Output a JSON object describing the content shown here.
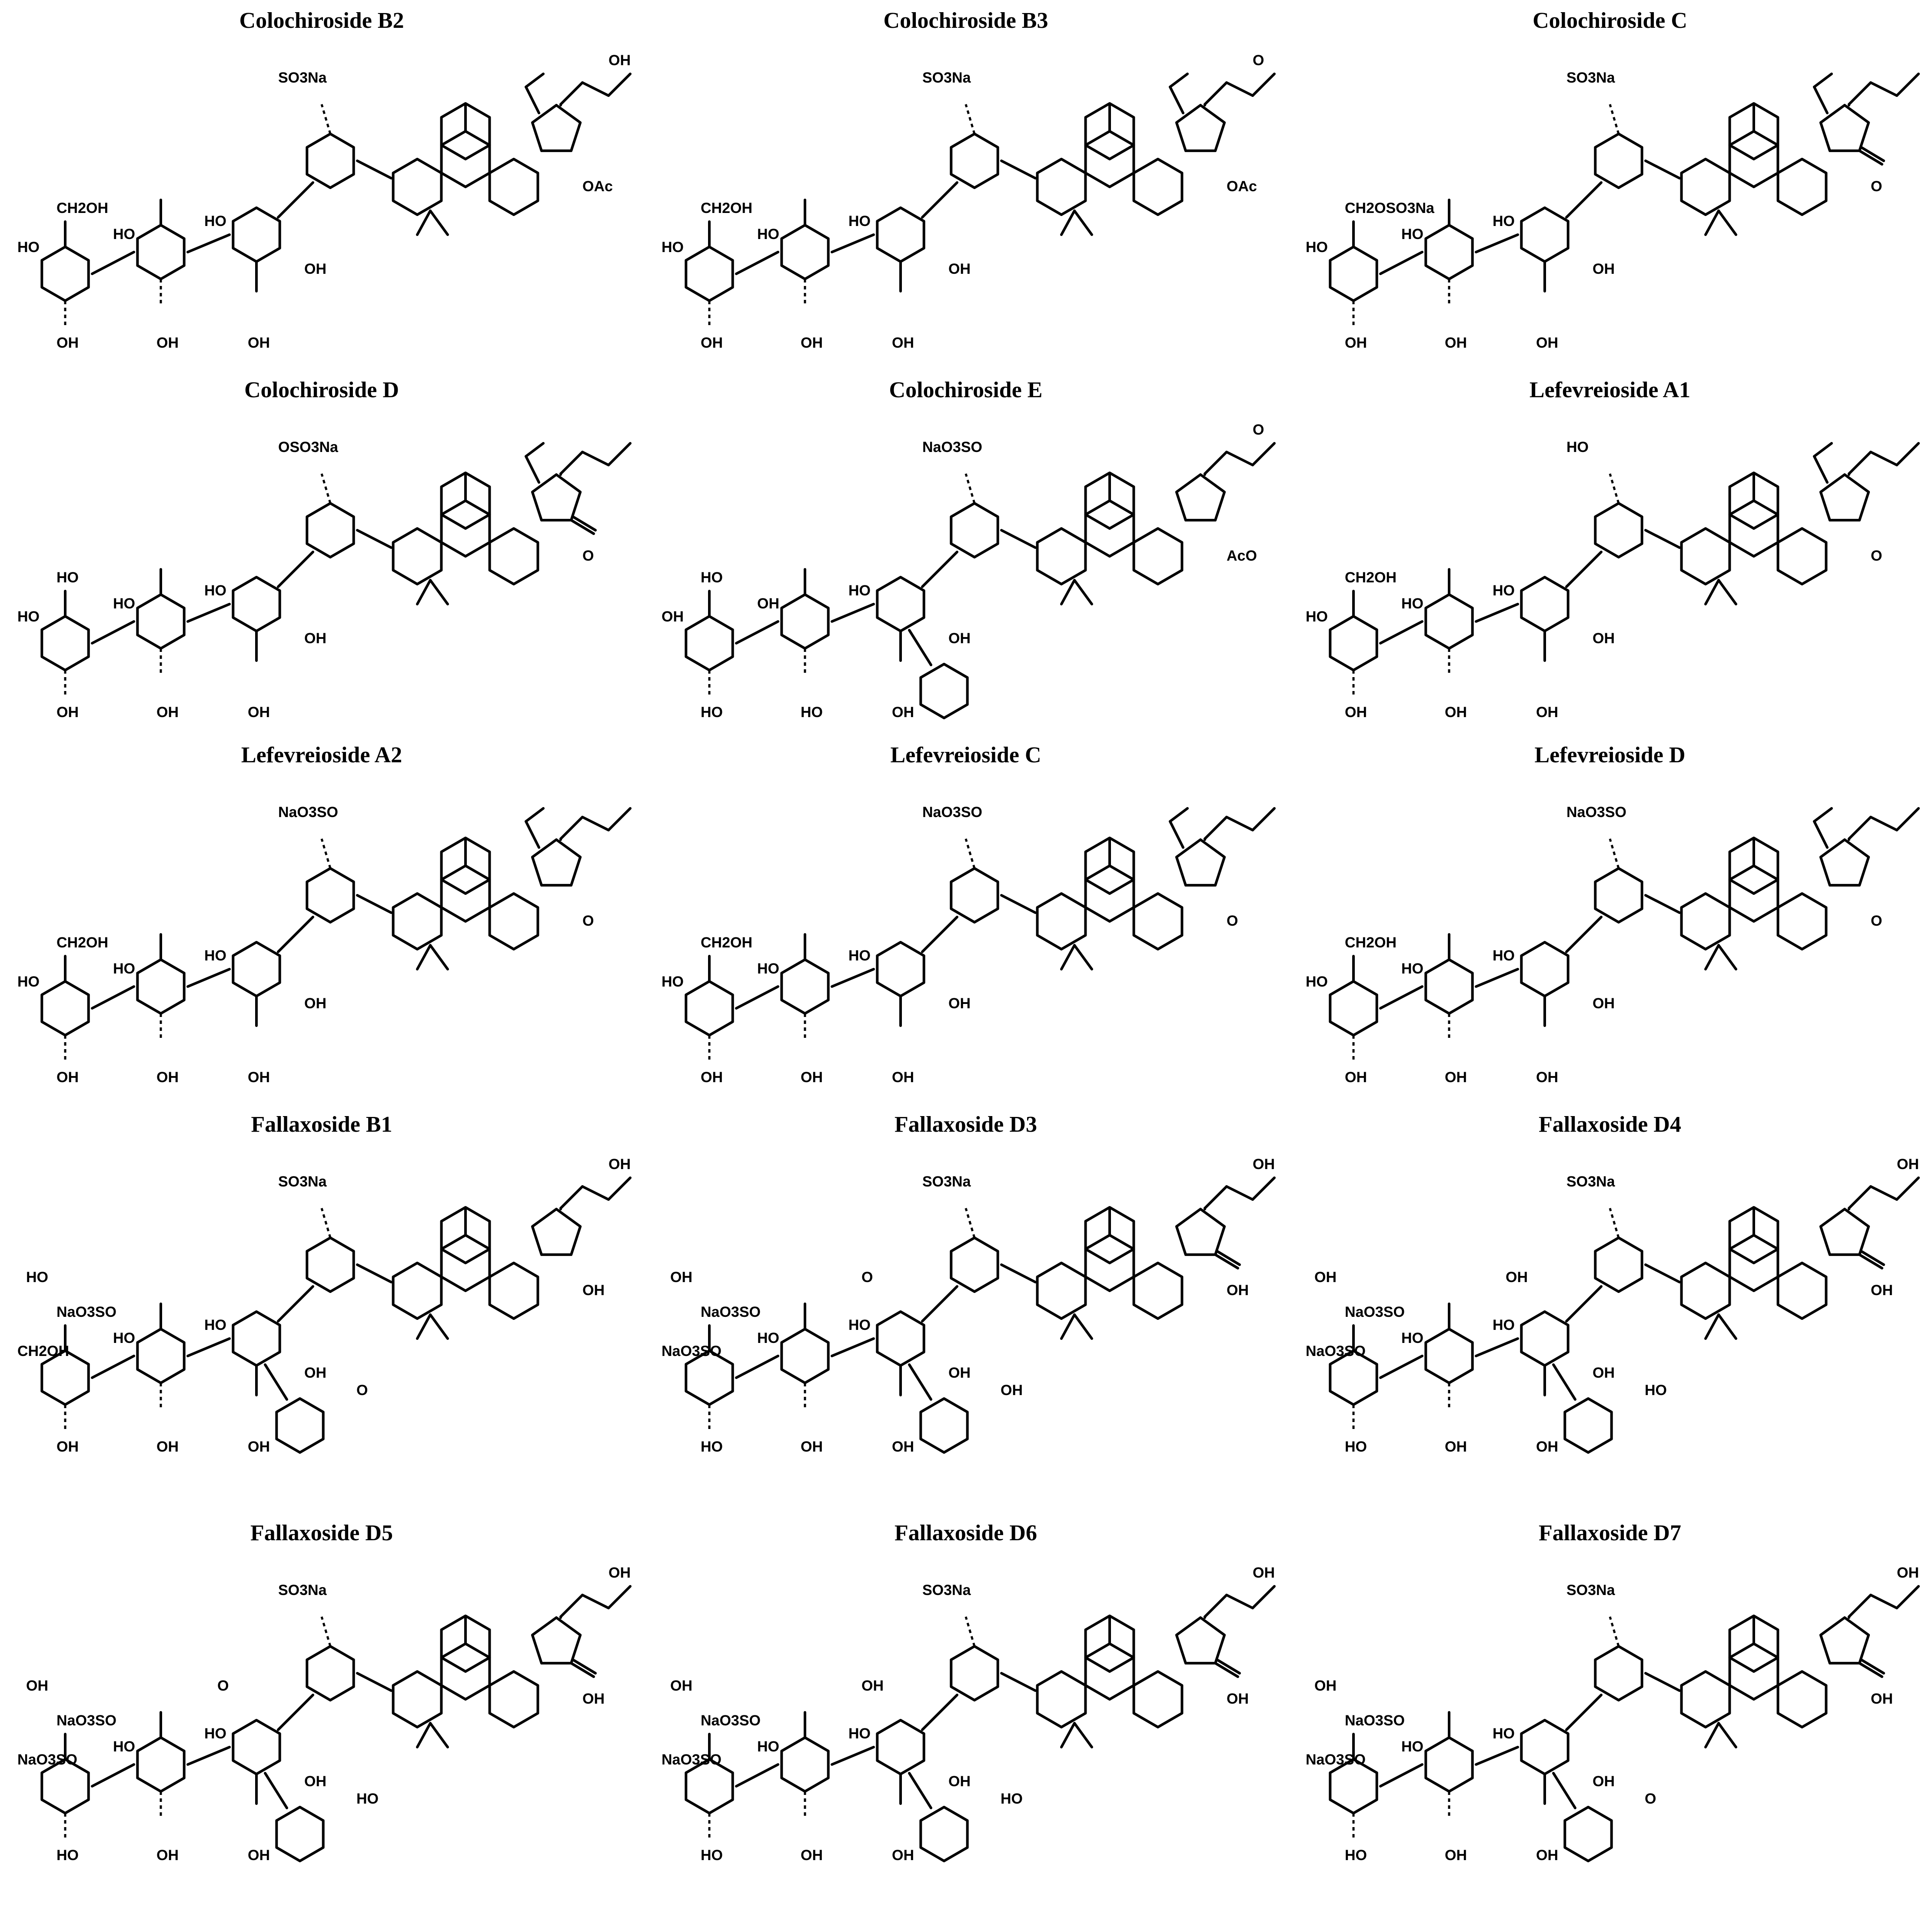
{
  "panels": [
    {
      "title": "Colochiroside B2",
      "labels": [
        "SO3Na",
        "CH2OH",
        "HO",
        "HO",
        "HO",
        "OH",
        "OH",
        "OH",
        "OH",
        "OAc",
        "OH"
      ]
    },
    {
      "title": "Colochiroside B3",
      "labels": [
        "SO3Na",
        "CH2OH",
        "HO",
        "HO",
        "HO",
        "OH",
        "OH",
        "OH",
        "OH",
        "OAc",
        "O"
      ]
    },
    {
      "title": "Colochiroside C",
      "labels": [
        "SO3Na",
        "CH2OSO3Na",
        "HO",
        "HO",
        "HO",
        "OH",
        "OH",
        "OH",
        "OH",
        "O"
      ]
    },
    {
      "title": "Colochiroside D",
      "labels": [
        "OSO3Na",
        "HO",
        "HO",
        "HO",
        "HO",
        "OH",
        "OH",
        "OH",
        "OH",
        "O"
      ]
    },
    {
      "title": "Colochiroside E",
      "labels": [
        "NaO3SO",
        "HO",
        "OH",
        "OH",
        "HO",
        "HO",
        "HO",
        "OH",
        "OH",
        "AcO",
        "O"
      ]
    },
    {
      "title": "Lefevreioside A1",
      "labels": [
        "HO",
        "CH2OH",
        "HO",
        "HO",
        "HO",
        "OH",
        "OH",
        "OH",
        "OH",
        "O"
      ]
    },
    {
      "title": "Lefevreioside A2",
      "labels": [
        "NaO3SO",
        "CH2OH",
        "HO",
        "HO",
        "HO",
        "OH",
        "OH",
        "OH",
        "OH",
        "O"
      ]
    },
    {
      "title": "Lefevreioside C",
      "labels": [
        "NaO3SO",
        "CH2OH",
        "HO",
        "HO",
        "HO",
        "OH",
        "OH",
        "OH",
        "OH",
        "O"
      ]
    },
    {
      "title": "Lefevreioside D",
      "labels": [
        "NaO3SO",
        "CH2OH",
        "HO",
        "HO",
        "HO",
        "OH",
        "OH",
        "OH",
        "OH",
        "O"
      ]
    },
    {
      "title": "Fallaxoside B1",
      "labels": [
        "SO3Na",
        "NaO3SO",
        "CH2OH",
        "HO",
        "HO",
        "OH",
        "OH",
        "OH",
        "OH",
        "OH",
        "OH",
        "HO",
        "O"
      ]
    },
    {
      "title": "Fallaxoside D3",
      "labels": [
        "SO3Na",
        "NaO3SO",
        "NaO3SO",
        "HO",
        "HO",
        "HO",
        "OH",
        "OH",
        "OH",
        "OH",
        "OH",
        "OH",
        "OH",
        "O"
      ]
    },
    {
      "title": "Fallaxoside D4",
      "labels": [
        "SO3Na",
        "NaO3SO",
        "NaO3SO",
        "HO",
        "HO",
        "HO",
        "OH",
        "OH",
        "OH",
        "OH",
        "OH",
        "OH",
        "HO",
        "OH"
      ]
    },
    {
      "title": "Fallaxoside D5",
      "labels": [
        "SO3Na",
        "NaO3SO",
        "NaO3SO",
        "HO",
        "HO",
        "HO",
        "OH",
        "OH",
        "OH",
        "OH",
        "OH",
        "OH",
        "HO",
        "O"
      ]
    },
    {
      "title": "Fallaxoside D6",
      "labels": [
        "SO3Na",
        "NaO3SO",
        "NaO3SO",
        "HO",
        "HO",
        "HO",
        "OH",
        "OH",
        "OH",
        "OH",
        "OH",
        "OH",
        "HO",
        "OH"
      ]
    },
    {
      "title": "Fallaxoside D7",
      "labels": [
        "SO3Na",
        "NaO3SO",
        "NaO3SO",
        "HO",
        "HO",
        "HO",
        "OH",
        "OH",
        "OH",
        "OH",
        "OH",
        "OH",
        "O"
      ]
    }
  ]
}
